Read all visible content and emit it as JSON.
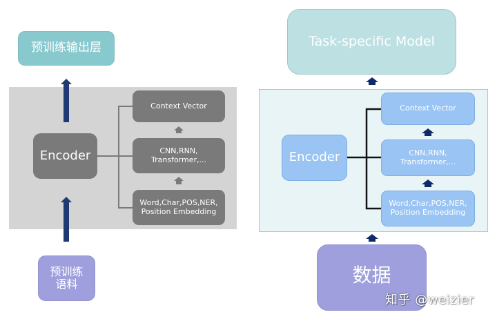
{
  "left_diagram": {
    "output_layer": "预训练输出层",
    "encoder": "Encoder",
    "components": [
      "Context Vector",
      "CNN,RNN,\nTransformer,...",
      "Word,Char,POS,NER,\nPosition Embedding"
    ],
    "input": "预训练\n语料",
    "colors": {
      "output_layer": "#88c9ce",
      "panel": "#d4d4d4",
      "box": "#7a7a7a",
      "connector": "#7a7a7a",
      "arrow": "#1f3a73",
      "input": "#9e9fdc"
    }
  },
  "right_diagram": {
    "model": "Task-specific Model",
    "encoder": "Encoder",
    "components": [
      "Context Vector",
      "CNN,RNN,\nTransformer,...",
      "Word,Char,POS,NER,\nPosition Embedding"
    ],
    "input": "数据",
    "colors": {
      "model": "#bde0e3",
      "panel": "#e8f4f6",
      "box": "#99c4f3",
      "connector": "#111111",
      "arrow": "#0e2a6b",
      "input": "#9e9fdc"
    }
  },
  "watermark": "知乎 @weizier"
}
